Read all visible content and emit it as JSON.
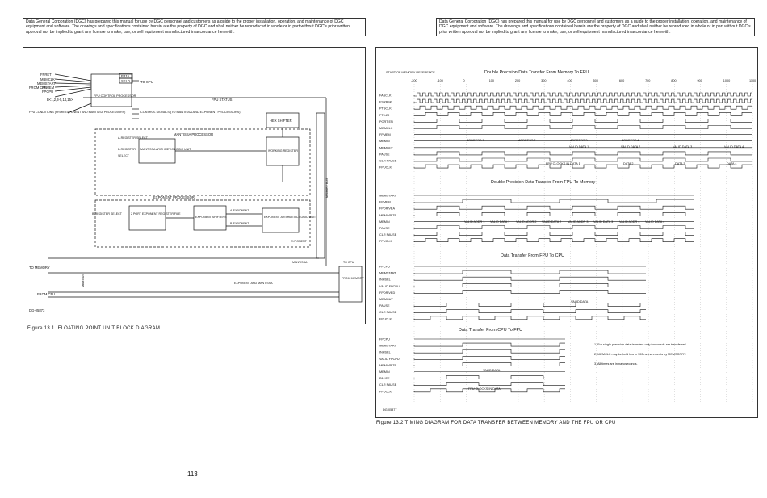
{
  "notice_text": "Data General Corporation (DGC) has prepared this manual for use by DGC personnel and customers as a guide to the proper installation, operation, and maintenance of DGC equipment and software. The drawings and specifications contained herein are the property of DGC and shall neither be reproduced in whole or in part without DGC's prior written approval nor be implied to grant any license to make, use, or sell equipment manufactured in accordance herewith.",
  "left": {
    "caption": "Figure 13.1.  FLOATING POINT UNIT BLOCK DIAGRAM",
    "drawing_number": "DG-05873",
    "signals_in": [
      "FPRET",
      "MBMCLK",
      "MEMSTART",
      "FPMEM",
      "FPCPU",
      "B<1,2,3-5,14,15>"
    ],
    "from_cpu": "FROM CPU",
    "fpu_conditions": "FPU CONDITIONS (FROM EXPONENT AND MANTISSA PROCESSORS)",
    "fpu_control_processor": "FPU CONTROL PROCESSOR",
    "to_cpu_signals": [
      "FP15",
      "SELD"
    ],
    "to_cpu": "TO CPU",
    "control_signals": "CONTROL SIGNALS (TO MANTISSA AND EXPONENT PROCESSORS)",
    "fpu_status": "FPU STATUS",
    "mantissa_processor": "MANTISSA PROCESSOR",
    "hex_shifter": "HEX SHIFTER",
    "a_register_select": "A-REGISTER SELECT",
    "b_register": "B-REGISTER",
    "select": "SELECT",
    "mantissa_alu": "MANTISSA ARITHMETIC LOGIC UNIT",
    "working_register": "WORKING REGISTER",
    "memory_bus": "MEMORY BUS",
    "exponent_processor": "EXPONENT PROCESSOR",
    "b_register_select": "B-REGISTER SELECT",
    "two_port_reg": "2 PORT EXPONENT REGISTER FILE",
    "exponent_shifters": "EXPONENT SHIFTERS",
    "a_exponent": "A-EXPONENT",
    "b_exponent": "B-EXPONENT",
    "exponent_alu": "EXPONENT ARITHMETIC LOGIC UNIT",
    "exponent": "EXPONENT",
    "mantissa": "MANTISSA",
    "to_memory": "TO MEMORY",
    "mbm_bus": "MBM BUS",
    "from_cpu_bottom": "FROM CPU",
    "exponent_and_mantissa": "EXPONENT AND MANTISSA",
    "from_memory": "FROM MEMORY",
    "to_cpu_right": "TO CPU"
  },
  "right": {
    "caption": "Figure 13.2  TIMING DIAGRAM FOR DATA TRANSFER BETWEEN MEMORY AND THE FPU OR CPU",
    "drawing_number": "DG-05877",
    "start_label": "START OF MEMORY REFERENCE",
    "time_ticks": [
      "-200",
      "-100",
      "0",
      "100",
      "200",
      "300",
      "400",
      "500",
      "600",
      "700",
      "800",
      "900",
      "1000",
      "1100"
    ],
    "section1": {
      "title": "Double Precision Data Transfer From Memory To FPU",
      "signals": [
        "FASCLK",
        "FSRBSK",
        "PTSCLK",
        "FT0-20",
        "PORT EN",
        "MEMCLK",
        "FPMEM",
        "MEMIN",
        "MEMOUT",
        "PAUSE",
        "CLR PAUSE",
        "FPUCLK"
      ],
      "addresses": [
        "ADDRESS 1",
        "ADDRESS 2",
        "ADDRESS 3",
        "ADDRESS 4"
      ],
      "valid_data": [
        "VALID DATA 1",
        "VALID DATA 2",
        "VALID DATA 3",
        "VALID DATA 4"
      ],
      "clock_label": "FPU CLOCKS IN DATA 1",
      "data_labels": [
        "DATA 2",
        "DATA 3",
        "DATA 4"
      ]
    },
    "section2": {
      "title": "Double Precision Data Transfer From FPU To Memory",
      "signals": [
        "MEMSTART",
        "FPMEM",
        "FPDRIVEA",
        "MEMWRITE",
        "MEMIN",
        "PAUSE",
        "CLR PAUSE",
        "FPUCLK"
      ],
      "bus_labels": [
        "VALID ADDR 1",
        "VALID DATA 1",
        "VALID ADDR 2",
        "VALID DATA 2",
        "VALID ADDR 3",
        "VALID DATA 3",
        "VALID ADDR 4",
        "VALID DATA 4"
      ]
    },
    "section3": {
      "title": "Data Transfer From FPU To CPU",
      "signals": [
        "FPCPU",
        "MEMSTART",
        "INHSEL",
        "VALID FPCPU",
        "FPDRIVED",
        "MEMOUT",
        "PAUSE",
        "CLR PAUSE",
        "FPUCLK"
      ],
      "valid_data": "VALID DATA"
    },
    "section4": {
      "title": "Data Transfer From CPU To FPU",
      "signals": [
        "FPCPU",
        "MEMSTART",
        "INHSEL",
        "VALID FPCPU",
        "MEMWRITE",
        "MEMIN",
        "PAUSE",
        "CLR PAUSE",
        "FPUCLK"
      ],
      "valid_data": "VALID DATA",
      "clock_label": "FPU CLOCKS IN DATA"
    },
    "notes": [
      "1.  For single precision data transfers only two words are transferred.",
      "2.  MEMCLK may be held low in 100 ns increments by MEMSORRY.",
      "3.  All times are in nanoseconds."
    ]
  },
  "page_number": "113"
}
